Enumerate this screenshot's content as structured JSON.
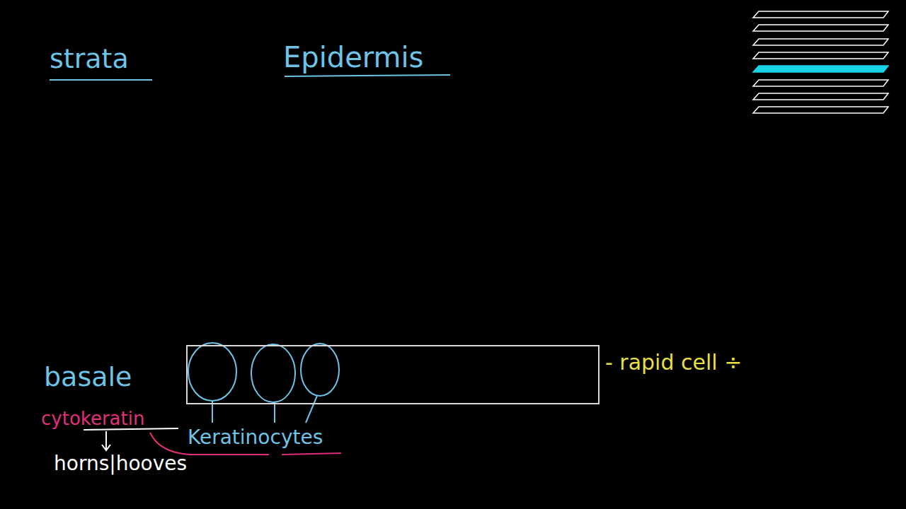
{
  "diagram": {
    "title": "Epidermis",
    "nodes": [
      {
        "text": [
          "basale"
        ]
      }
    ],
    "labels": [
      "strata",
      "- rapid cell ÷",
      "cytokeratin",
      "horns|hooves",
      "Keratinocytes"
    ]
  }
}
